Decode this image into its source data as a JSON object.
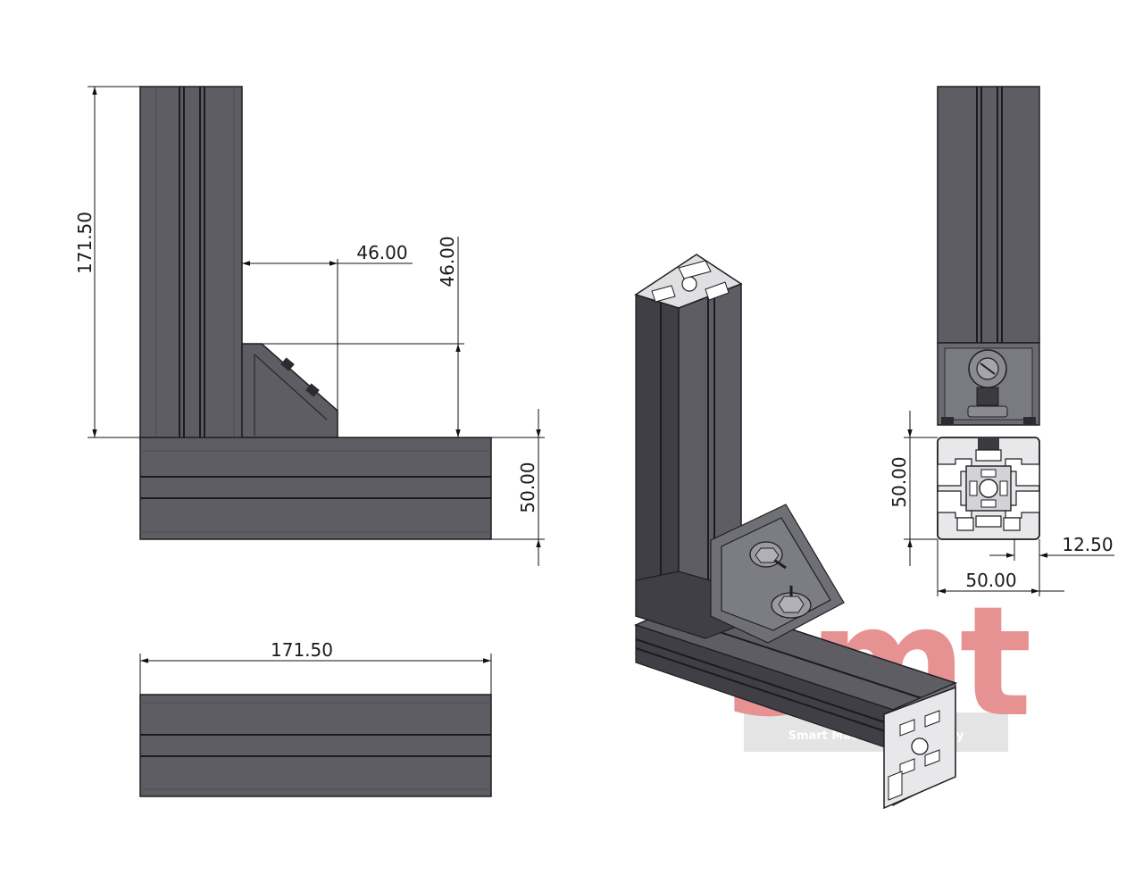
{
  "dimensions": {
    "front_height": "171.50",
    "bracket_width": "46.00",
    "bracket_height": "46.00",
    "profile_height_front": "50.00",
    "bottom_length": "171.50",
    "side_profile_height": "50.00",
    "side_profile_width": "50.00",
    "slot_offset": "12.50"
  },
  "watermark": {
    "logo_text": "smt",
    "sub_text": "Smart Machine Technology"
  },
  "colors": {
    "profile": "#5d5d63",
    "profile_dark": "#3f3f45",
    "watermark_red": "#d23a3a",
    "watermark_grey": "#cfcfcf"
  }
}
